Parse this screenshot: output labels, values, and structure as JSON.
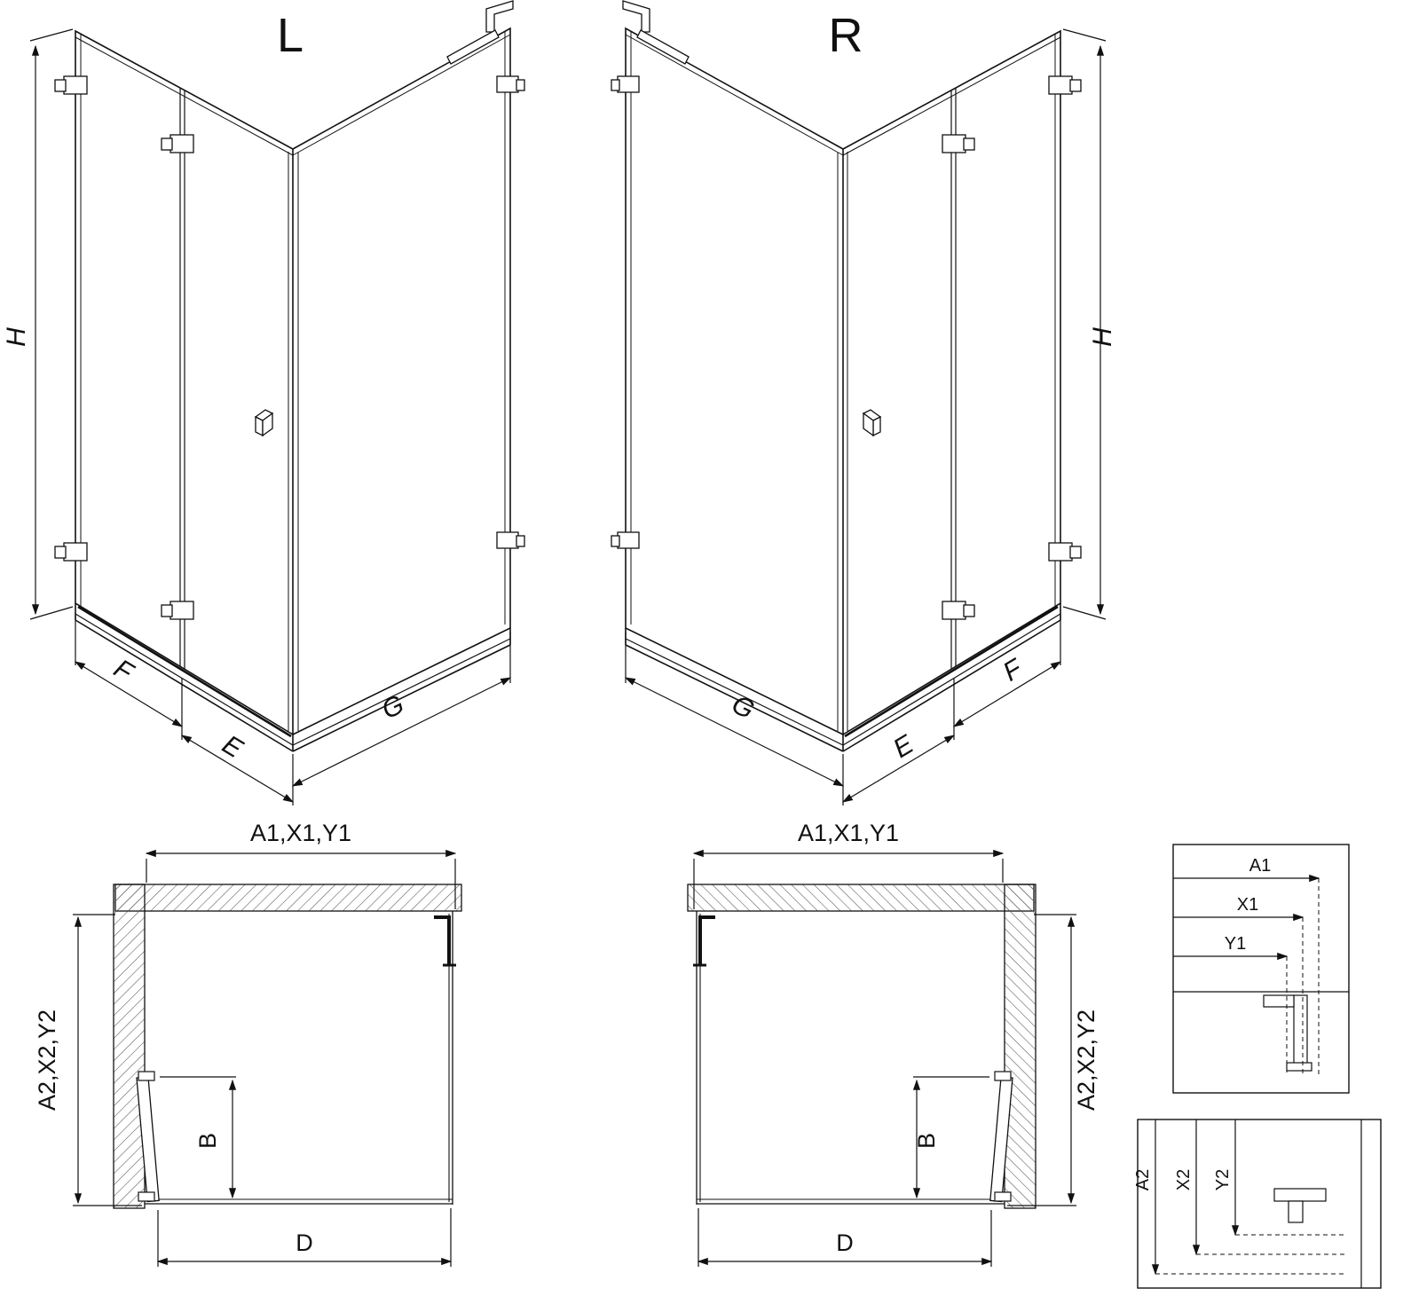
{
  "page": {
    "background": "#ffffff",
    "line_color": "#111111"
  },
  "iso_left": {
    "title": "L",
    "height_label": "H",
    "front_label": "F",
    "door_label": "E",
    "side_label": "G"
  },
  "iso_right": {
    "title": "R",
    "height_label": "H",
    "front_label": "F",
    "door_label": "E",
    "side_label": "G"
  },
  "plan_left": {
    "width_label": "A1,X1,Y1",
    "depth_label": "A2,X2,Y2",
    "door_width_label": "B",
    "bottom_width_label": "D"
  },
  "plan_right": {
    "width_label": "A1,X1,Y1",
    "depth_label": "A2,X2,Y2",
    "door_width_label": "B",
    "bottom_width_label": "D"
  },
  "detail_width": {
    "a1": "A1",
    "x1": "X1",
    "y1": "Y1"
  },
  "detail_depth": {
    "a2": "A2",
    "x2": "X2",
    "y2": "Y2"
  }
}
